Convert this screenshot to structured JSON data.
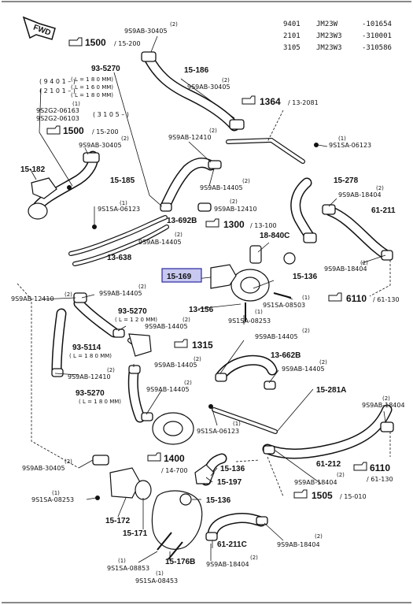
{
  "serials": [
    {
      "code": "9401",
      "model": "JM23W",
      "range": "-101654"
    },
    {
      "code": "2101",
      "model": "JM23W3",
      "range": "-310001"
    },
    {
      "code": "3105",
      "model": "JM23W3",
      "range": "-310586"
    }
  ],
  "fwd": "FWD",
  "refs": {
    "r1500a": {
      "num": "1500",
      "sub": "/ 15-200"
    },
    "r1500b": {
      "num": "1500",
      "sub": "/ 15-200"
    },
    "r1364": {
      "num": "1364",
      "sub": "/ 13-2081"
    },
    "r1300": {
      "num": "1300",
      "sub": "/ 13-100"
    },
    "r6110a": {
      "num": "6110",
      "sub": "/ 61-130"
    },
    "r1315": {
      "num": "1315",
      "sub": ""
    },
    "r1400": {
      "num": "1400",
      "sub": "/ 14-700"
    },
    "r6110b": {
      "num": "6110",
      "sub": "/ 61-130"
    },
    "r1505": {
      "num": "1505",
      "sub": "/ 15-010"
    }
  },
  "highlight": "15-169",
  "labels": {
    "q2_top": "(2)",
    "p_9s9ab30405_top": "9S9AB-30405",
    "p_93_5270_a": "93-5270",
    "len_9401": "( 9 4 0 1 – )",
    "len_180a": "( L = 1 8 0 MM)",
    "len_2101": "( 2 1 0 1 – )",
    "len_160": "( L = 1 6 0 MM)",
    "len_180b": "( L = 1 8 0 MM)",
    "q1_a": "(1)",
    "p_9s2g2_06163": "9S2G2-06163",
    "p_9s2g2_06103": "9S2G2-06103",
    "yr_3105": "( 3 1 0 5 – )",
    "q2_b": "(2)",
    "p_9s9ab30405_b": "9S9AB-30405",
    "p_15_182": "15-182",
    "p_15_185": "15-185",
    "p_15_186": "15-186",
    "q2_c": "(2)",
    "p_9s9ab30405_c": "9S9AB-30405",
    "q2_d": "(2)",
    "p_9s9ab12410_a": "9S9AB-12410",
    "q1_b": "(1)",
    "p_9s1sa06123_a": "9S1SA-06123",
    "q2_e": "(2)",
    "p_9s9ab14405_a": "9S9AB-14405",
    "p_15_278": "15-278",
    "q2_f": "(2)",
    "p_9s9ab18404_a": "9S9AB-18404",
    "q1_c": "(1)",
    "p_9s1sa06123_b": "9S1SA-06123",
    "q2_g": "(2)",
    "p_9s9ab12410_b": "9S9AB-12410",
    "p_13_692b": "13-692B",
    "p_61_211": "61-211",
    "q2_h": "(2)",
    "p_9s9ab14405_b": "9S9AB-14405",
    "p_18_840c": "18-840C",
    "p_13_638": "13-638",
    "q2_i": "(2)",
    "p_9s9ab18404_b": "9S9AB-18404",
    "p_15_136_a": "15-136",
    "q2_j": "(2)",
    "p_9s9ab14405_c": "9S9AB-14405",
    "q2_k": "(2)",
    "p_9s9ab12410_c": "9S9AB-12410",
    "p_13_156": "13-156",
    "q1_d": "(1)",
    "p_9s1sa08503": "9S1SA-08503",
    "p_93_5270_b": "93-5270",
    "len_120": "( L = 1 2 0 MM)",
    "q2_l": "(2)",
    "p_9s9ab14405_d": "9S9AB-14405",
    "q1_e": "(1)",
    "p_9s1sa08253_a": "9S1SA-08253",
    "q2_m": "(2)",
    "p_9s9ab14405_e": "9S9AB-14405",
    "p_93_5114": "93-5114",
    "len_180c": "( L = 1 8 0 MM)",
    "p_13_662b": "13-662B",
    "q2_n": "(2)",
    "p_9s9ab14405_f": "9S9AB-14405",
    "q2_o": "(2)",
    "p_9s9ab12410_d": "9S9AB-12410",
    "q2_p": "(2)",
    "p_9s9ab14405_g": "9S9AB-14405",
    "p_15_281a": "15-281A",
    "p_93_5270_c": "93-5270",
    "len_180d": "( L = 1 8 0 MM)",
    "q2_q": "(2)",
    "p_9s9ab14405_h": "9S9AB-14405",
    "q2_r": "(2)",
    "p_9s9ab18404_c": "9S9AB-18404",
    "q1_f": "(1)",
    "p_9s1sa06123_c": "9S1SA-06123",
    "q2_s": "(2)",
    "p_9s9ab30405_d": "9S9AB-30405",
    "p_15_136_b": "15-136",
    "p_15_197": "15-197",
    "p_61_212": "61-212",
    "q1_g": "(1)",
    "p_9s1sa08253_b": "9S1SA-08253",
    "p_15_136_c": "15-136",
    "q2_t": "(2)",
    "p_9s9ab18404_d": "9S9AB-18404",
    "p_15_172": "15-172",
    "p_15_171": "15-171",
    "p_61_211c": "61-211C",
    "q2_u": "(2)",
    "p_9s9ab18404_e": "9S9AB-18404",
    "q1_h": "(1)",
    "p_9s1sa08853": "9S1SA-08853",
    "p_15_176b": "15-176B",
    "q2_v": "(2)",
    "p_9s9ab18404_f": "9S9AB-18404",
    "q1_i": "(1)",
    "p_9s1sa08453": "9S1SA-08453"
  }
}
